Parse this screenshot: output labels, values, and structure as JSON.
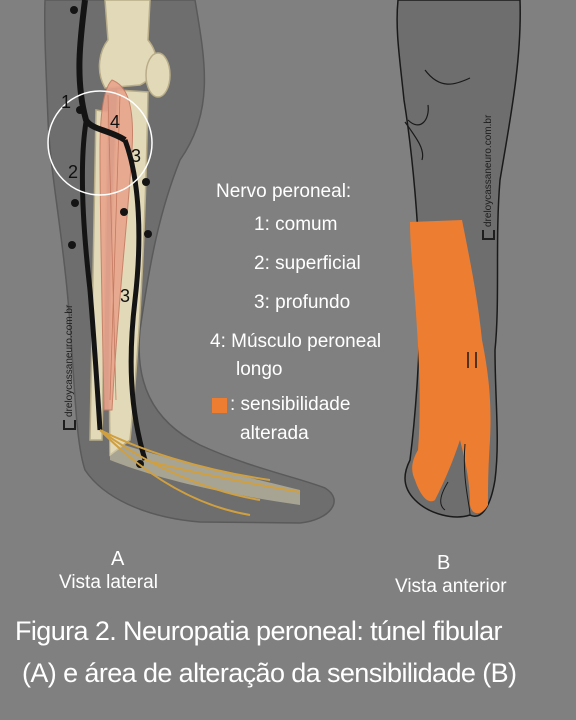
{
  "colors": {
    "background": "#808080",
    "skin": "#6e6e6e",
    "bone": "#e2d9b8",
    "muscle": "#e8a48c",
    "nerve": "#141414",
    "nerve_branch": "#d0a040",
    "sensory_area": "#ed7d31",
    "text": "#ffffff"
  },
  "diagram": {
    "panel_a": {
      "letter": "A",
      "view": "Vista lateral",
      "labels": [
        "1",
        "2",
        "3",
        "4",
        "3"
      ]
    },
    "panel_b": {
      "letter": "B",
      "view": "Vista anterior"
    },
    "legend": {
      "title": "Nervo peroneal:",
      "item1": "1: comum",
      "item2": "2: superficial",
      "item3": "3: profundo",
      "item4_line1": "4: Músculo peroneal",
      "item4_line2": "longo",
      "swatch_line1": ": sensibilidade",
      "swatch_line2": "alterada"
    },
    "watermark": "dreloycassaneuro.com.br",
    "caption_line1": "Figura  2. Neuropatia peroneal: túnel fibular",
    "caption_line2": "(A) e área de alteração da sensibilidade (B)"
  }
}
